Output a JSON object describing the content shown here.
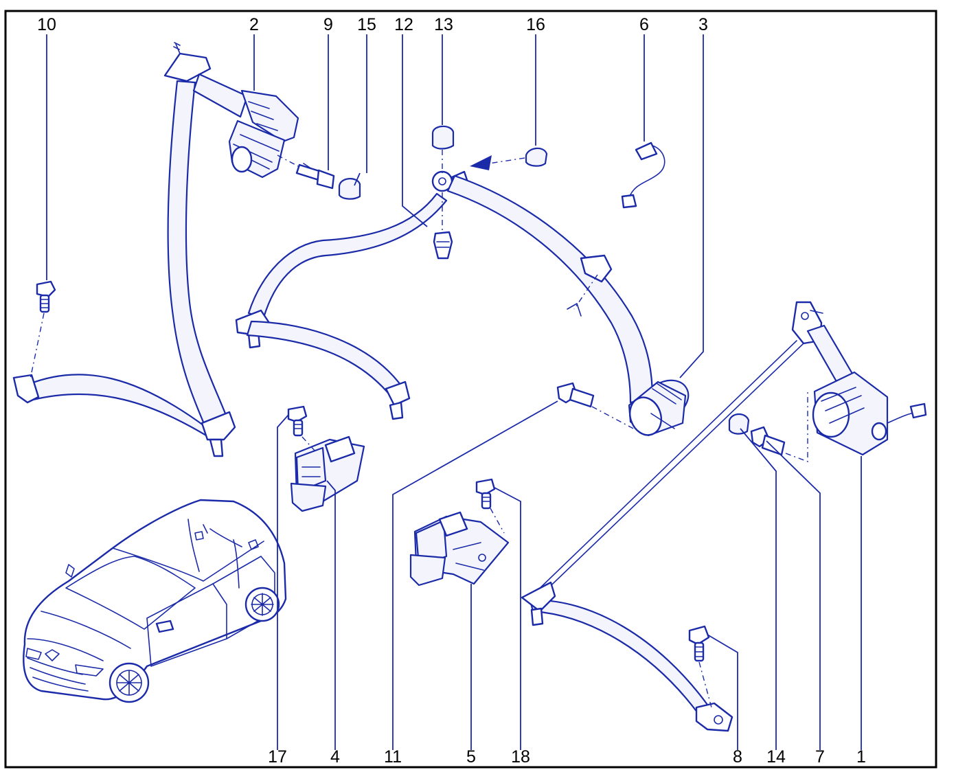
{
  "diagram": {
    "type": "exploded-parts-diagram",
    "line_color": "#1a2aa8",
    "frame_color": "#000000",
    "callouts_top": [
      "10",
      "2",
      "9",
      "15",
      "12",
      "13",
      "16",
      "6",
      "3"
    ],
    "callouts_bottom": [
      "17",
      "4",
      "11",
      "5",
      "18",
      "8",
      "14",
      "7",
      "1"
    ]
  }
}
